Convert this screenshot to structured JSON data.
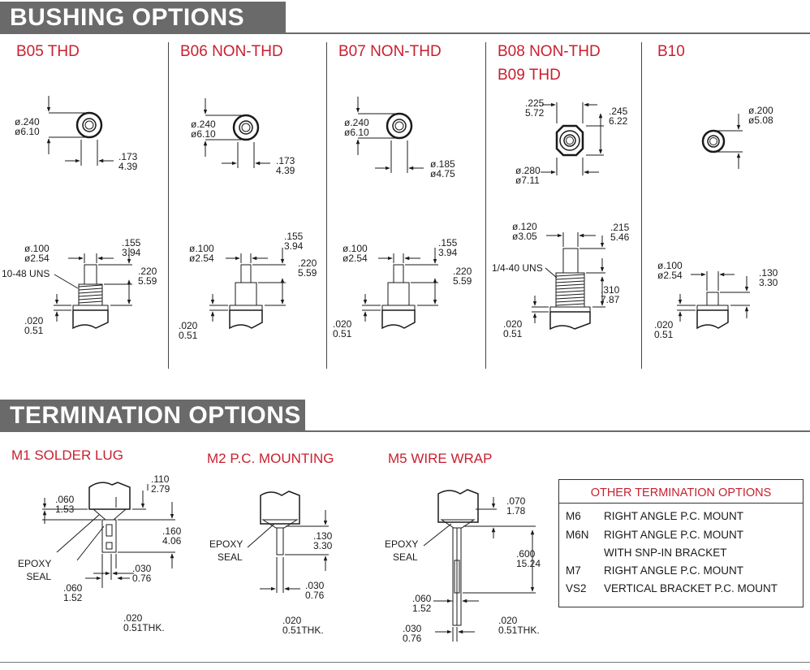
{
  "bushing": {
    "header": "BUSHING  OPTIONS",
    "options": [
      {
        "title": "B05 THD",
        "top": {
          "dia_in": "ø.240",
          "dia_mm": "ø6.10",
          "w_in": ".173",
          "w_mm": "4.39"
        },
        "side": {
          "d_in": "ø.100",
          "d_mm": "ø2.54",
          "a_in": ".155",
          "a_mm": "3.94",
          "b_in": ".220",
          "b_mm": "5.59",
          "t_in": ".020",
          "t_mm": "0.51",
          "thread": "10-48 UNS"
        }
      },
      {
        "title": "B06 NON-THD",
        "top": {
          "dia_in": "ø.240",
          "dia_mm": "ø6.10",
          "w_in": ".173",
          "w_mm": "4.39"
        },
        "side": {
          "d_in": "ø.100",
          "d_mm": "ø2.54",
          "a_in": ".155",
          "a_mm": "3.94",
          "b_in": ".220",
          "b_mm": "5.59",
          "t_in": ".020",
          "t_mm": "0.51"
        }
      },
      {
        "title": "B07 NON-THD",
        "top": {
          "dia_in": "ø.240",
          "dia_mm": "ø6.10",
          "w_in": "ø.185",
          "w_mm": "ø4.75"
        },
        "side": {
          "d_in": "ø.100",
          "d_mm": "ø2.54",
          "a_in": ".155",
          "a_mm": "3.94",
          "b_in": ".220",
          "b_mm": "5.59",
          "t_in": ".020",
          "t_mm": "0.51"
        }
      },
      {
        "title": "B08 NON-THD",
        "title2": "B09 THD",
        "top": {
          "a_in": ".225",
          "a_mm": "5.72",
          "b_in": ".245",
          "b_mm": "6.22",
          "c_in": "ø.280",
          "c_mm": "ø7.11"
        },
        "side": {
          "d_in": "ø.120",
          "d_mm": "ø3.05",
          "a_in": ".215",
          "a_mm": "5.46",
          "b_in": ".310",
          "b_mm": "7.87",
          "t_in": ".020",
          "t_mm": "0.51",
          "thread": "1/4-40 UNS"
        }
      },
      {
        "title": "B10",
        "top": {
          "dia_in": "ø.200",
          "dia_mm": "ø5.08"
        },
        "side": {
          "d_in": "ø.100",
          "d_mm": "ø2.54",
          "a_in": ".130",
          "a_mm": "3.30",
          "t_in": ".020",
          "t_mm": "0.51"
        }
      }
    ]
  },
  "termination": {
    "header": "TERMINATION  OPTIONS",
    "m1": {
      "title": "M1 SOLDER LUG",
      "a_in": ".060",
      "a_mm": "1.53",
      "b_in": ".110",
      "b_mm": "2.79",
      "c_in": ".160",
      "c_mm": "4.06",
      "d_in": ".030",
      "d_mm": "0.76",
      "e_in": ".060",
      "e_mm": "1.52",
      "thk_in": ".020",
      "thk_mm": "0.51THK.",
      "epoxy1": "EPOXY",
      "epoxy2": "SEAL"
    },
    "m2": {
      "title": "M2 P.C. MOUNTING",
      "a_in": ".130",
      "a_mm": "3.30",
      "d_in": ".030",
      "d_mm": "0.76",
      "thk_in": ".020",
      "thk_mm": "0.51THK.",
      "epoxy1": "EPOXY",
      "epoxy2": "SEAL"
    },
    "m5": {
      "title": "M5 WIRE WRAP",
      "a_in": ".070",
      "a_mm": "1.78",
      "b_in": ".600",
      "b_mm": "15.24",
      "c_in": ".060",
      "c_mm": "1.52",
      "d_in": ".030",
      "d_mm": "0.76",
      "thk_in": ".020",
      "thk_mm": "0.51THK.",
      "epoxy1": "EPOXY",
      "epoxy2": "SEAL"
    },
    "other": {
      "title": "OTHER TERMINATION OPTIONS",
      "rows": [
        {
          "code": "M6",
          "desc": "RIGHT ANGLE P.C. MOUNT"
        },
        {
          "code": "M6N",
          "desc": "RIGHT ANGLE P.C. MOUNT"
        },
        {
          "code": "",
          "desc": "WITH  SNP-IN BRACKET"
        },
        {
          "code": "M7",
          "desc": "RIGHT ANGLE P.C. MOUNT"
        },
        {
          "code": "VS2",
          "desc": "VERTICAL BRACKET P.C. MOUNT"
        }
      ]
    }
  }
}
